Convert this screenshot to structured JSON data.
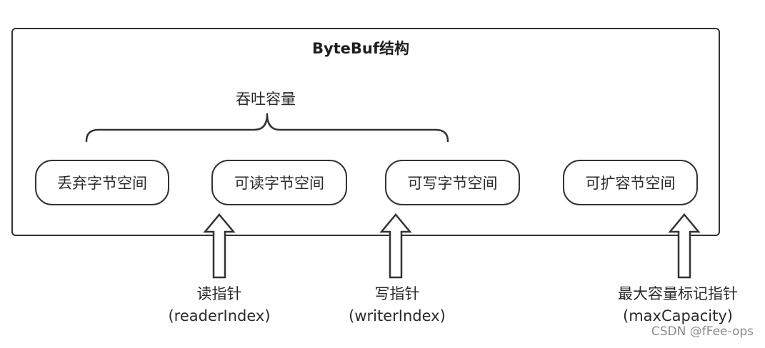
{
  "diagram": {
    "title": "ByteBuf结构",
    "capacity_label": "吞吐容量",
    "segments": [
      "丢弃字节空间",
      "可读字节空间",
      "可写字节空间",
      "可扩容节空间"
    ],
    "pointers": [
      {
        "name": "读指针",
        "index": "(readerIndex)"
      },
      {
        "name": "写指针",
        "index": "(writerIndex)"
      },
      {
        "name": "最大容量标记指针",
        "index": "(maxCapacity)"
      }
    ]
  },
  "watermark": "CSDN @fFee-ops"
}
